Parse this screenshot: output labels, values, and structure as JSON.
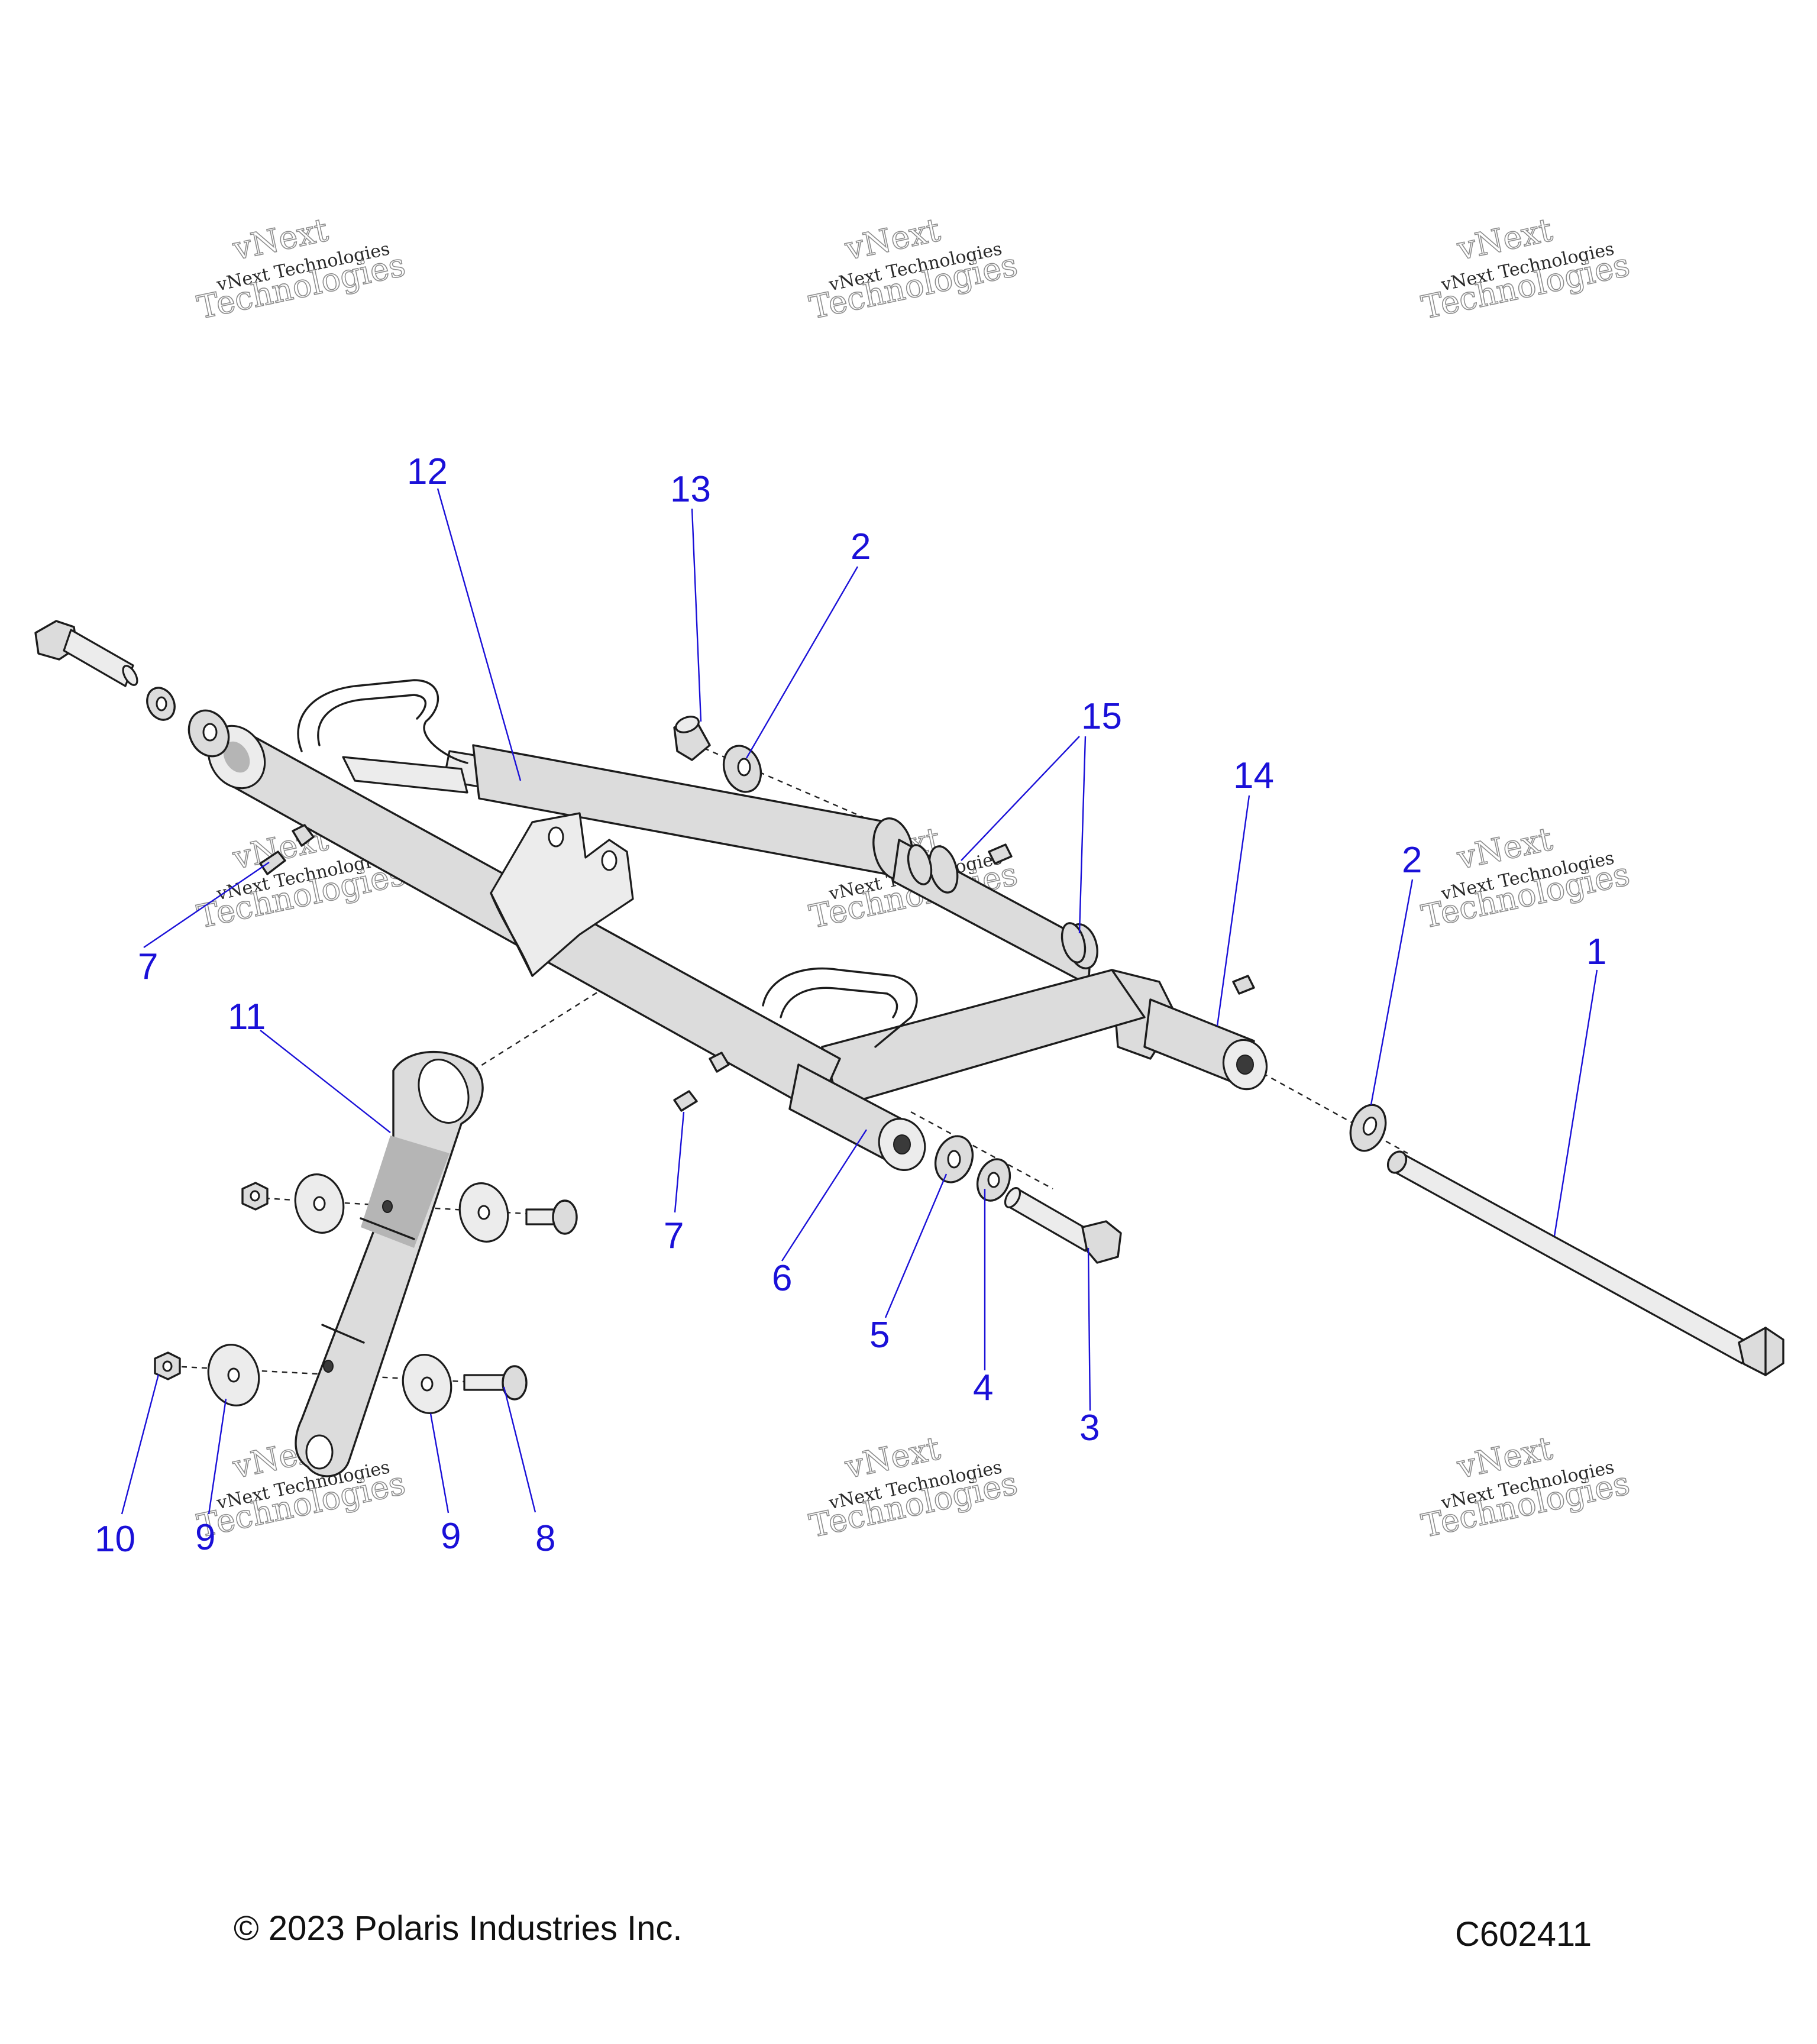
{
  "watermark": {
    "line_small": "vNext Technologies",
    "line_big_1": "vNext",
    "line_big_2": "Technologies"
  },
  "callouts": [
    "1",
    "2",
    "2",
    "3",
    "4",
    "5",
    "6",
    "7",
    "7",
    "8",
    "9",
    "9",
    "10",
    "11",
    "12",
    "13",
    "14",
    "15"
  ],
  "footer": {
    "copyright": "© 2023 Polaris Industries Inc.",
    "diagram_id": "C602411"
  },
  "colors": {
    "callout_blue": "#1a10d8",
    "part_fill": "#dcdcdc",
    "outline": "#1c1c1c"
  }
}
